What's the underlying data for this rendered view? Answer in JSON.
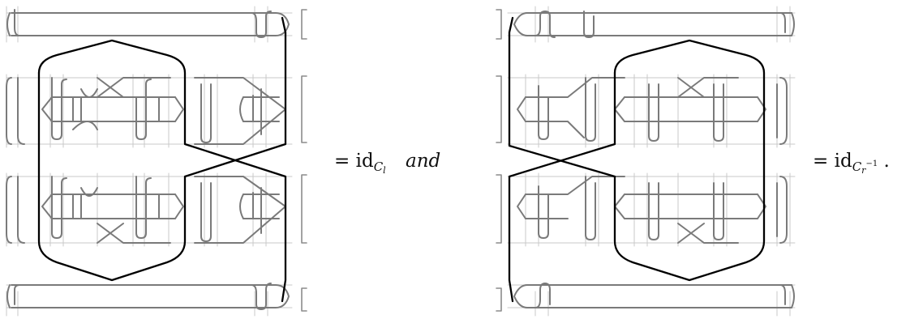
{
  "equation": {
    "eq_sign": "=",
    "id_text": "id",
    "left_subscript": "C",
    "left_subscript_index": "l",
    "connector": "and",
    "right_subscript": "C",
    "right_subscript_index": "r",
    "right_superscript": "−1",
    "terminal_period": "."
  },
  "colors": {
    "black_strand": "#000000",
    "grey_strand": "#7a7a7a",
    "bracket": "#8c8c8c"
  }
}
